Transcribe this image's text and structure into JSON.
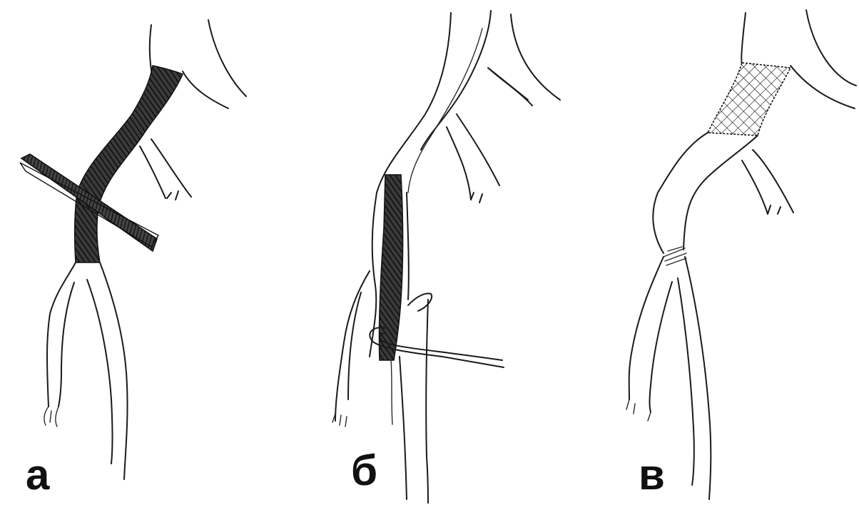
{
  "panels": [
    {
      "id": "a",
      "label": "а"
    },
    {
      "id": "b",
      "label": "б"
    },
    {
      "id": "v",
      "label": "в"
    }
  ],
  "colors": {
    "ink": "#1a1a1a",
    "background": "#ffffff"
  }
}
